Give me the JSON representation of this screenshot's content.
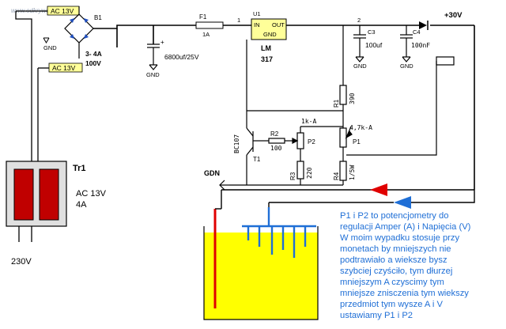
{
  "watermark": "www.odkrywca.pl",
  "labels": {
    "ac_top": "AC 13V",
    "ac_bottom": "AC 13V",
    "gnd": "GND",
    "gdn": "GDN",
    "b1": "B1",
    "bridge_rating": "3- 4A",
    "bridge_voltage": "100V",
    "c1": "6800uf/25V",
    "c1_plus": "+",
    "f1": "F1",
    "f1_value": "1A",
    "node1": "1",
    "u1": "U1",
    "u1_in": "IN",
    "u1_out": "OUT",
    "u1_gnd": "GND",
    "lm": "LM",
    "lm_num": "317",
    "node2": "2",
    "c3": "C3",
    "c3_value": "100uf",
    "c4": "C4",
    "c4_value": "100nF",
    "plus30": "+30V",
    "r1": "R1",
    "r1_value": "390",
    "p2_value": "1k-A",
    "r2": "R2",
    "r2_value": "100",
    "p2": "P2",
    "p1_value": "4,7k-A",
    "p1": "P1",
    "bc107": "BC107",
    "t1": "T1",
    "r3": "R3",
    "r3_value": "220",
    "r4": "R4",
    "r4_value": "1/5W",
    "tr1": "Tr1",
    "tr_ac": "AC 13V",
    "tr_a": "4A",
    "v230": "230V"
  },
  "note_lines": [
    "P1 i P2 to potencjometry do",
    "regulacji Amper (A) i Napięcia (V)",
    "W moim wypadku stosuje przy",
    "monetach by mniejszych nie",
    "podtrawiało a wieksze bysz",
    "szybciej czyściło, tym dłurzej",
    "mniejszym A czyscimy tym",
    "mniejsze zniscz‌enia tym wiekszy",
    "przedmiot tym wysze A i V",
    "ustawiamy P1 i P2"
  ],
  "colors": {
    "wire": "#000000",
    "label_box_bg": "#ffff99",
    "transformer_core": "#c00000",
    "electrolyte": "#ffff00",
    "red_electrode": "#e00000",
    "blue_electrode": "#1f6fd6",
    "note_text": "#1f6fd6",
    "regulator_bg": "#ffff99"
  }
}
